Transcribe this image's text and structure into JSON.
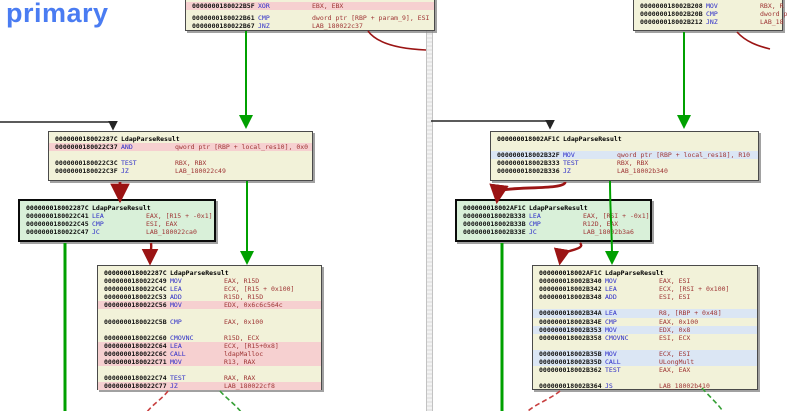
{
  "app": {
    "view_label": "primary"
  },
  "colors": {
    "accent_label": "#4a7cf2",
    "block_bg": "#f2f2d9",
    "selected_block_bg": "#d9f0d9",
    "row_highlight_pink": "#f6d0d0",
    "row_highlight_blue": "#dbe6f4",
    "address_text": "#111111",
    "mnemonic_text": "#2a2ac8",
    "operand_text": "#9e3434",
    "edge_green": "#00a000",
    "edge_red": "#9b1414",
    "edge_black": "#252525",
    "edge_red_dashed": "#c84040",
    "edge_green_dashed": "#35a035"
  },
  "functions": {
    "primary_entry": "000000018002287C",
    "secondary_entry": "000000018002AF1C",
    "name": "LdapParseResult"
  },
  "blocks": {
    "l_top": [
      {
        "a": "0000000180022B5F",
        "m": "XOR",
        "o": "EBX, EBX",
        "hl": "p"
      },
      {
        "t": "g",
        "sm": true
      },
      {
        "a": "0000000180022B61",
        "m": "CMP",
        "o": "dword ptr [RBP + param_9], ESI"
      },
      {
        "a": "0000000180022B67",
        "m": "JNZ",
        "o": "LAB_180022c37"
      }
    ],
    "r_top": [
      {
        "a": "000000018002B208",
        "m": "MOV",
        "o": "RBX, R"
      },
      {
        "a": "000000018002B20B",
        "m": "CMP",
        "o": "dword p"
      },
      {
        "a": "000000018002B212",
        "m": "JNZ",
        "o": "LAB_18"
      }
    ],
    "l_mid": [
      {
        "t": "h",
        "a": "000000018002287C",
        "f": "LdapParseResult"
      },
      {
        "a": "0000000180022C37",
        "m": "AND",
        "o": "qword ptr [RBP + local_res10], 0x0",
        "hl": "p"
      },
      {
        "t": "g"
      },
      {
        "a": "0000000180022C3C",
        "m": "TEST",
        "o": "RBX, RBX"
      },
      {
        "a": "0000000180022C3F",
        "m": "JZ",
        "o": "LAB_180022c49"
      }
    ],
    "l_sel": [
      {
        "t": "h",
        "a": "000000018002287C",
        "f": "LdapParseResult"
      },
      {
        "a": "0000000180022C41",
        "m": "LEA",
        "o": "EAX, [R15 + -0x1]"
      },
      {
        "a": "0000000180022C45",
        "m": "CMP",
        "o": "ESI, EAX"
      },
      {
        "a": "0000000180022C47",
        "m": "JC",
        "o": "LAB_180022ca0"
      }
    ],
    "l_bot": [
      {
        "t": "h",
        "a": "000000018002287C",
        "f": "LdapParseResult"
      },
      {
        "a": "0000000180022C49",
        "m": "MOV",
        "o": "EAX, R15D"
      },
      {
        "a": "0000000180022C4C",
        "m": "LEA",
        "o": "ECX, [R15 + 0x100]"
      },
      {
        "a": "0000000180022C53",
        "m": "ADD",
        "o": "R15D, R15D"
      },
      {
        "a": "0000000180022C56",
        "m": "MOV",
        "o": "EDX, 0x6c6c564c",
        "hl": "p"
      },
      {
        "t": "g"
      },
      {
        "a": "0000000180022C5B",
        "m": "CMP",
        "o": "EAX, 0x100"
      },
      {
        "t": "g"
      },
      {
        "a": "0000000180022C60",
        "m": "CMOVNC",
        "o": "R15D, ECX"
      },
      {
        "a": "0000000180022C64",
        "m": "LEA",
        "o": "ECX, [R15+0x8]",
        "hl": "p"
      },
      {
        "a": "0000000180022C6C",
        "m": "CALL",
        "o": "ldapMalloc",
        "hl": "p"
      },
      {
        "a": "0000000180022C71",
        "m": "MOV",
        "o": "R13, RAX",
        "hl": "p"
      },
      {
        "t": "g"
      },
      {
        "a": "0000000180022C74",
        "m": "TEST",
        "o": "RAX, RAX"
      },
      {
        "a": "0000000180022C77",
        "m": "JZ",
        "o": "LAB_180022cf8",
        "hl": "p"
      }
    ],
    "r_mid": [
      {
        "t": "h",
        "a": "000000018002AF1C",
        "f": "LdapParseResult"
      },
      {
        "t": "g"
      },
      {
        "a": "000000018002B32F",
        "m": "MOV",
        "o": "qword ptr [RBP + local_res18], R10",
        "hl": "b"
      },
      {
        "a": "000000018002B333",
        "m": "TEST",
        "o": "RBX, RBX"
      },
      {
        "a": "000000018002B336",
        "m": "JZ",
        "o": "LAB_18002b340"
      }
    ],
    "r_sel": [
      {
        "t": "h",
        "a": "000000018002AF1C",
        "f": "LdapParseResult"
      },
      {
        "a": "000000018002B338",
        "m": "LEA",
        "o": "EAX, [RSI + -0x1]"
      },
      {
        "a": "000000018002B33B",
        "m": "CMP",
        "o": "R12D, EAX"
      },
      {
        "a": "000000018002B33E",
        "m": "JC",
        "o": "LAB_18002b3a6"
      }
    ],
    "r_bot": [
      {
        "t": "h",
        "a": "000000018002AF1C",
        "f": "LdapParseResult"
      },
      {
        "a": "000000018002B340",
        "m": "MOV",
        "o": "EAX, ESI"
      },
      {
        "a": "000000018002B342",
        "m": "LEA",
        "o": "ECX, [RSI + 0x100]"
      },
      {
        "a": "000000018002B348",
        "m": "ADD",
        "o": "ESI, ESI"
      },
      {
        "t": "g"
      },
      {
        "a": "000000018002B34A",
        "m": "LEA",
        "o": "R8, [RBP + 0x48]",
        "hl": "b"
      },
      {
        "a": "000000018002B34E",
        "m": "CMP",
        "o": "EAX, 0x100"
      },
      {
        "a": "000000018002B353",
        "m": "MOV",
        "o": "EDX, 0x8",
        "hl": "b"
      },
      {
        "a": "000000018002B358",
        "m": "CMOVNC",
        "o": "ESI, ECX"
      },
      {
        "t": "g"
      },
      {
        "a": "000000018002B35B",
        "m": "MOV",
        "o": "ECX, ESI",
        "hl": "b"
      },
      {
        "a": "000000018002B35D",
        "m": "CALL",
        "o": "ULongMult",
        "hl": "b"
      },
      {
        "a": "000000018002B362",
        "m": "TEST",
        "o": "EAX, EAX"
      },
      {
        "t": "g"
      },
      {
        "a": "000000018002B364",
        "m": "JS",
        "o": "LAB_18002b410"
      }
    ]
  }
}
